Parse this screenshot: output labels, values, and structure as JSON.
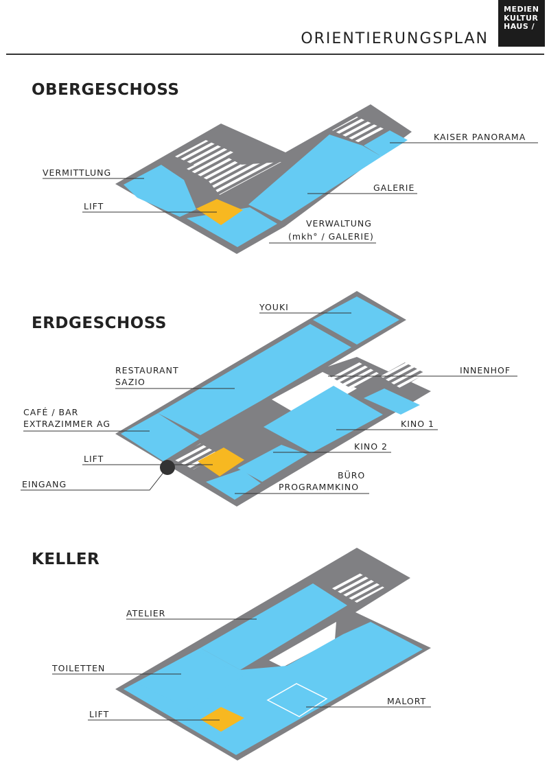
{
  "header": {
    "title": "ORIENTIERUNGSPLAN",
    "logo_lines": [
      "MEDIEN",
      "KULTUR",
      "HAUS /"
    ]
  },
  "colors": {
    "room": "#65cbf3",
    "wall": "#808083",
    "lift": "#f7b821",
    "text": "#222222"
  },
  "floors": {
    "obergeschoss": {
      "title": "OBERGESCHOSS",
      "labels": {
        "vermittlung": "VERMITTLUNG",
        "lift": "LIFT",
        "kaiser_panorama": "KAISER PANORAMA",
        "galerie": "GALERIE",
        "verwaltung_1": "VERWALTUNG",
        "verwaltung_2": "(mkh° / GALERIE)"
      }
    },
    "erdgeschoss": {
      "title": "ERDGESCHOSS",
      "labels": {
        "youki": "YOUKI",
        "restaurant_1": "RESTAURANT",
        "restaurant_2": "SAZIO",
        "innenhof": "INNENHOF",
        "cafe_1": "CAFÉ / BAR",
        "cafe_2": "EXTRAZIMMER AG",
        "kino1": "KINO 1",
        "kino2": "KINO 2",
        "lift": "LIFT",
        "buero_1": "BÜRO",
        "buero_2": "PROGRAMMKINO",
        "eingang": "EINGANG"
      }
    },
    "keller": {
      "title": "KELLER",
      "labels": {
        "atelier": "ATELIER",
        "toiletten": "TOILETTEN",
        "malort": "MALORT",
        "lift": "LIFT"
      }
    }
  }
}
